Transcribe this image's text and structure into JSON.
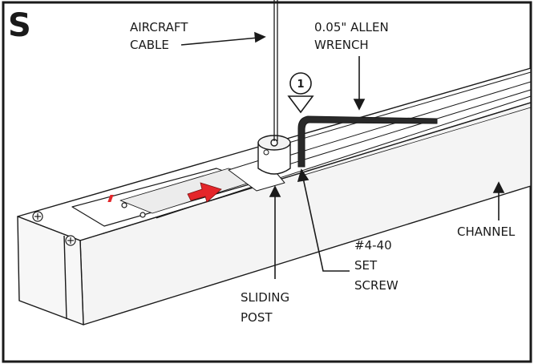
{
  "panel_letter": "S",
  "step_number": "1",
  "labels": {
    "aircraft_cable": [
      "AIRCRAFT",
      "CABLE"
    ],
    "allen_wrench": [
      "0.05\" ALLEN",
      "WRENCH"
    ],
    "channel": "CHANNEL",
    "set_screw": [
      "#4-40",
      "SET",
      "SCREW"
    ],
    "sliding_post": [
      "SLIDING",
      "POST"
    ]
  },
  "colors": {
    "slide_arrow": "#e4262a",
    "outline": "#1a1a1a"
  }
}
